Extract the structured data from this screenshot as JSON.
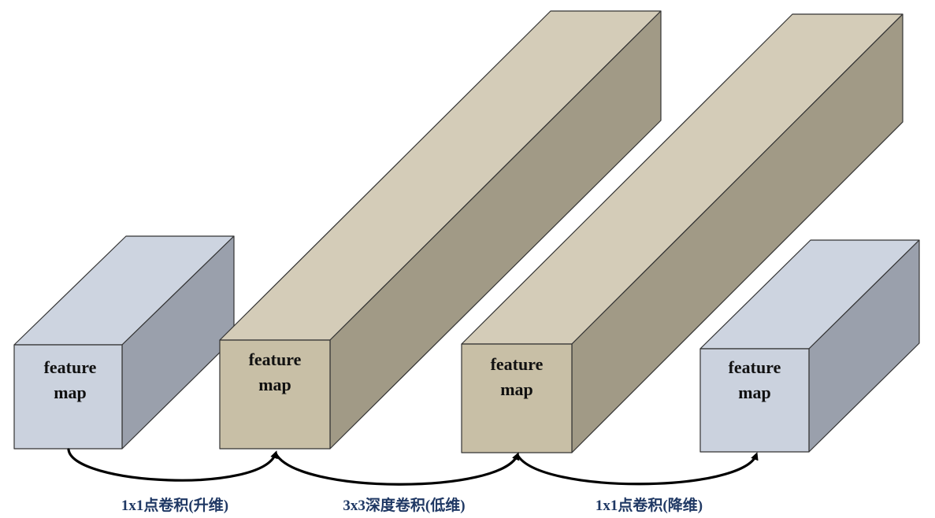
{
  "blocks": [
    {
      "id": "block1",
      "label_line1": "feature",
      "label_line2": "map",
      "kind": "narrow"
    },
    {
      "id": "block2",
      "label_line1": "feature",
      "label_line2": "map",
      "kind": "expanded"
    },
    {
      "id": "block3",
      "label_line1": "feature",
      "label_line2": "map",
      "kind": "expanded"
    },
    {
      "id": "block4",
      "label_line1": "feature",
      "label_line2": "map",
      "kind": "narrow"
    }
  ],
  "operations": [
    {
      "id": "op1",
      "label": "1x1点卷积(升维)"
    },
    {
      "id": "op2",
      "label": "3x3深度卷积(低维)"
    },
    {
      "id": "op3",
      "label": "1x1点卷积(降维)"
    }
  ],
  "colors": {
    "narrow_front": "#cbd2de",
    "narrow_top": "#cdd4e0",
    "narrow_side": "#9aa0ac",
    "expanded_front": "#c8bfa6",
    "expanded_top": "#d4ccb8",
    "expanded_side": "#a19a86",
    "arrow": "#000000",
    "operation_label": "#1f3864"
  }
}
